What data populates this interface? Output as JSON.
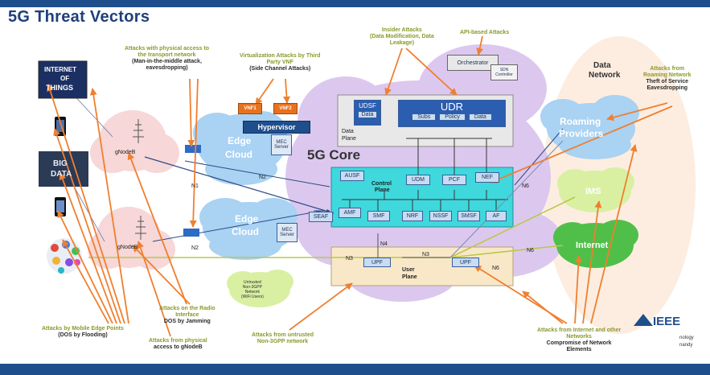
{
  "title": "5G Threat Vectors",
  "core_label": "5G Core",
  "data_network_label": [
    "Data",
    "Network"
  ],
  "data_plane_label": [
    "Data",
    "Plane"
  ],
  "control_plane_label": [
    "Control",
    "Plane"
  ],
  "user_plane_label": [
    "User",
    "Plane"
  ],
  "udsf": {
    "title": "UDSF",
    "data": "Data"
  },
  "udr": {
    "title": "UDR",
    "cells": [
      "Subs",
      "Policy",
      "Data"
    ]
  },
  "orchestrator": "Orchestrator",
  "sdn_controller": [
    "SDN",
    "Controller"
  ],
  "vnf": [
    "VNF1",
    "VNF2"
  ],
  "hypervisor": "Hypervisor",
  "edge_cloud": [
    "Edge",
    "Cloud"
  ],
  "mec_server": [
    "MEC",
    "Server"
  ],
  "control_nfs_row1": [
    "AUSF",
    "UDM",
    "PCF",
    "NEF"
  ],
  "control_nfs_row2": [
    "AMF",
    "SMF",
    "NRF",
    "NSSF",
    "SMSF",
    "AF"
  ],
  "seaf": "SEAF",
  "upf": "UPF",
  "gnodeb": "gNodeB",
  "iot": [
    "INTERNET",
    "OF",
    "THINGS"
  ],
  "big_data": [
    "BIG",
    "DATA"
  ],
  "clouds": {
    "roaming": [
      "Roaming",
      "Providers"
    ],
    "ims": "IMS",
    "internet": "Internet",
    "untrusted": [
      "Untrusted",
      "Non-3GPP",
      "Network",
      "(WiFi Users)"
    ]
  },
  "interfaces": {
    "n1": "N1",
    "n2": "N2",
    "n3": "N3",
    "n4": "N4",
    "n6": "N6"
  },
  "attacks": {
    "transport": [
      "Attacks with physical access to",
      "the transport network",
      "(Man-in-the-middle attack,",
      "eavesdropping)"
    ],
    "virtualization": [
      "Virtualization Attacks by Third",
      "Party VNF",
      "(Side Channel  Attacks)"
    ],
    "insider": [
      "Insider Attacks",
      "(Data Modification, Data",
      "Leakage)"
    ],
    "api": "API-based Attacks",
    "roaming": [
      "Attacks from",
      "Roaming Network",
      "Theft of Service",
      "Eavesdropping"
    ],
    "mobile_edge": [
      "Attacks by Mobile Edge Points",
      "(DOS by Flooding)"
    ],
    "radio": [
      "Attacks on the Radio",
      "Interface",
      "DOS by Jamming"
    ],
    "physical_gnodeb": [
      "Attacks from physical",
      "access to gNodeB"
    ],
    "untrusted": [
      "Attacks from untrusted",
      "Non-3GPP network"
    ],
    "internet": [
      "Attacks from Internet and other",
      "Networks",
      "Compromise of Network",
      "Elements"
    ]
  },
  "logo": {
    "brand": "IEEE",
    "fragments": [
      "nology",
      "nandy"
    ]
  },
  "colors": {
    "header": "#1f4e8c",
    "attack_text": "#8a9a2a",
    "arrow": "#f07f2f",
    "control_plane": "#3fd8dc",
    "user_plane": "#f8e8c8",
    "core_cloud": "#dcc8ee",
    "sky_cloud": "#a9d2f3",
    "green_cloud": "#4fbf4a",
    "light_green_cloud": "#d9f0a3"
  }
}
